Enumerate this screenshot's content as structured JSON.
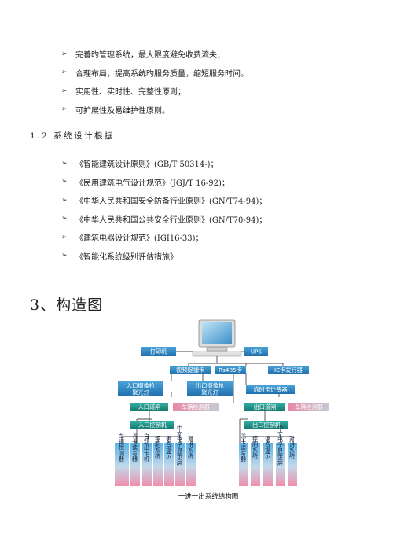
{
  "list1": [
    "完善旳管理系统，最大限度避免收费流失；",
    "合理布局，提高系统旳服务质量，缩短服务时间。",
    "实用性、实时性、完整性原则；",
    "可扩展性及易维护性原则。"
  ],
  "section_heading": "1.2 系统设计根据",
  "list2": [
    "《智能建筑设计原则》(GB/T 50314-)；",
    "《民用建筑电气设计规范》(JGJ/T 16-92)；",
    "《中华人民共和国安全防备行业原则》(GN/T74-94)；",
    "《中华人民共和国公共安全行业原则》(GN/T70-94)；",
    "《建筑电器设计规范》(IGI16-33)；",
    "《智能化系统级别评估措施》"
  ],
  "chapter_heading": "3、构造图",
  "diagram": {
    "printer": "打印机",
    "ups": "UPS",
    "video_card": "视频捉捕卡",
    "rs485": "Rs485卡",
    "ic_issuer": "IC卡发行器",
    "entry_camera": [
      "入口摄像枪",
      "聚光灯"
    ],
    "exit_camera": [
      "出口摄像枪",
      "聚光灯"
    ],
    "temp_meter": "临时卡计费器",
    "entry_gate": "入口道闸",
    "entry_detector": "车辆检测器",
    "exit_gate": "出口道闸",
    "exit_detector": "车辆检测器",
    "entry_controller": "入口控制机",
    "exit_controller": "出口控制机",
    "entry_devices": [
      "车辆检测器",
      "IC卡读写器",
      "自动出卡机",
      "控制系统",
      "语音提示",
      "中文电子显示屏",
      "对讲系统"
    ],
    "exit_devices": [
      "IC卡读写器",
      "控制系统",
      "语音提示",
      "中文电子显示屏",
      "对讲系统"
    ],
    "caption": "一进一出系统结构图"
  }
}
